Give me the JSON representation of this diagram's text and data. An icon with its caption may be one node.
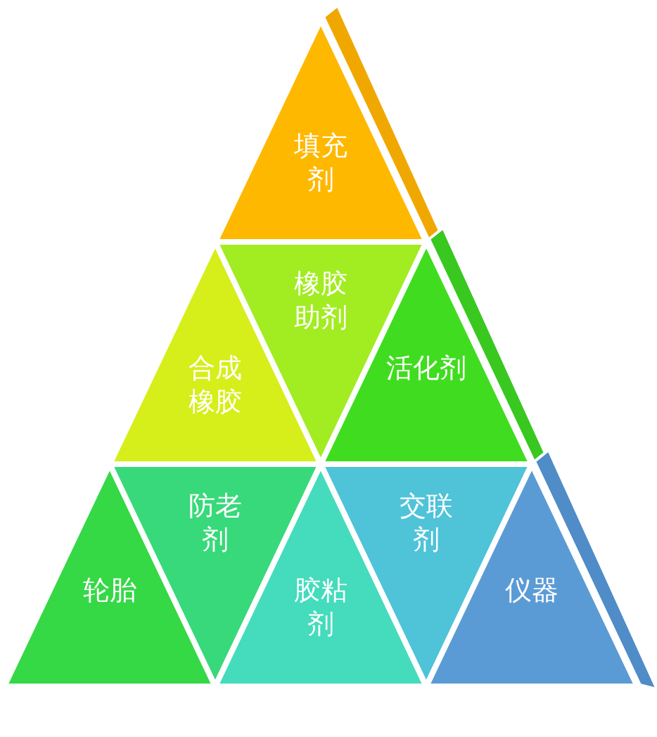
{
  "diagram": {
    "nodes": [
      {
        "text": [
          "填充剂"
        ]
      },
      {
        "text": [
          "合成橡胶"
        ]
      },
      {
        "text": [
          "橡胶助剂"
        ]
      },
      {
        "text": [
          "活化剂"
        ]
      },
      {
        "text": [
          "轮胎"
        ]
      },
      {
        "text": [
          "防老剂"
        ]
      },
      {
        "text": [
          "胶粘剂"
        ]
      },
      {
        "text": [
          "交联剂"
        ]
      },
      {
        "text": [
          "仪器"
        ]
      }
    ]
  }
}
